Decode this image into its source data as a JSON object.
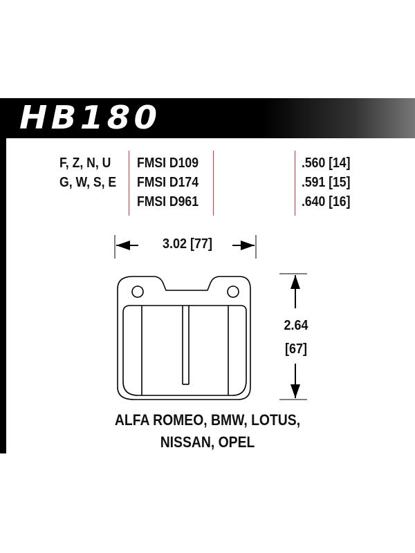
{
  "header": {
    "part_number": "HB180"
  },
  "compounds": [
    "F, Z, N, U",
    "G, W, S, E"
  ],
  "fmsi": [
    "FMSI D109",
    "FMSI D174",
    "FMSI D961"
  ],
  "thickness": [
    ".560 [14]",
    ".591 [15]",
    ".640 [16]"
  ],
  "dimensions": {
    "width": "3.02 [77]",
    "height_in": "2.64",
    "height_mm": "[67]"
  },
  "applications": [
    "ALFA ROMEO, BMW, LOTUS,",
    "NISSAN, OPEL"
  ],
  "colors": {
    "header_band": "#000000",
    "divider_red": "#dd3333",
    "text": "#111111"
  }
}
